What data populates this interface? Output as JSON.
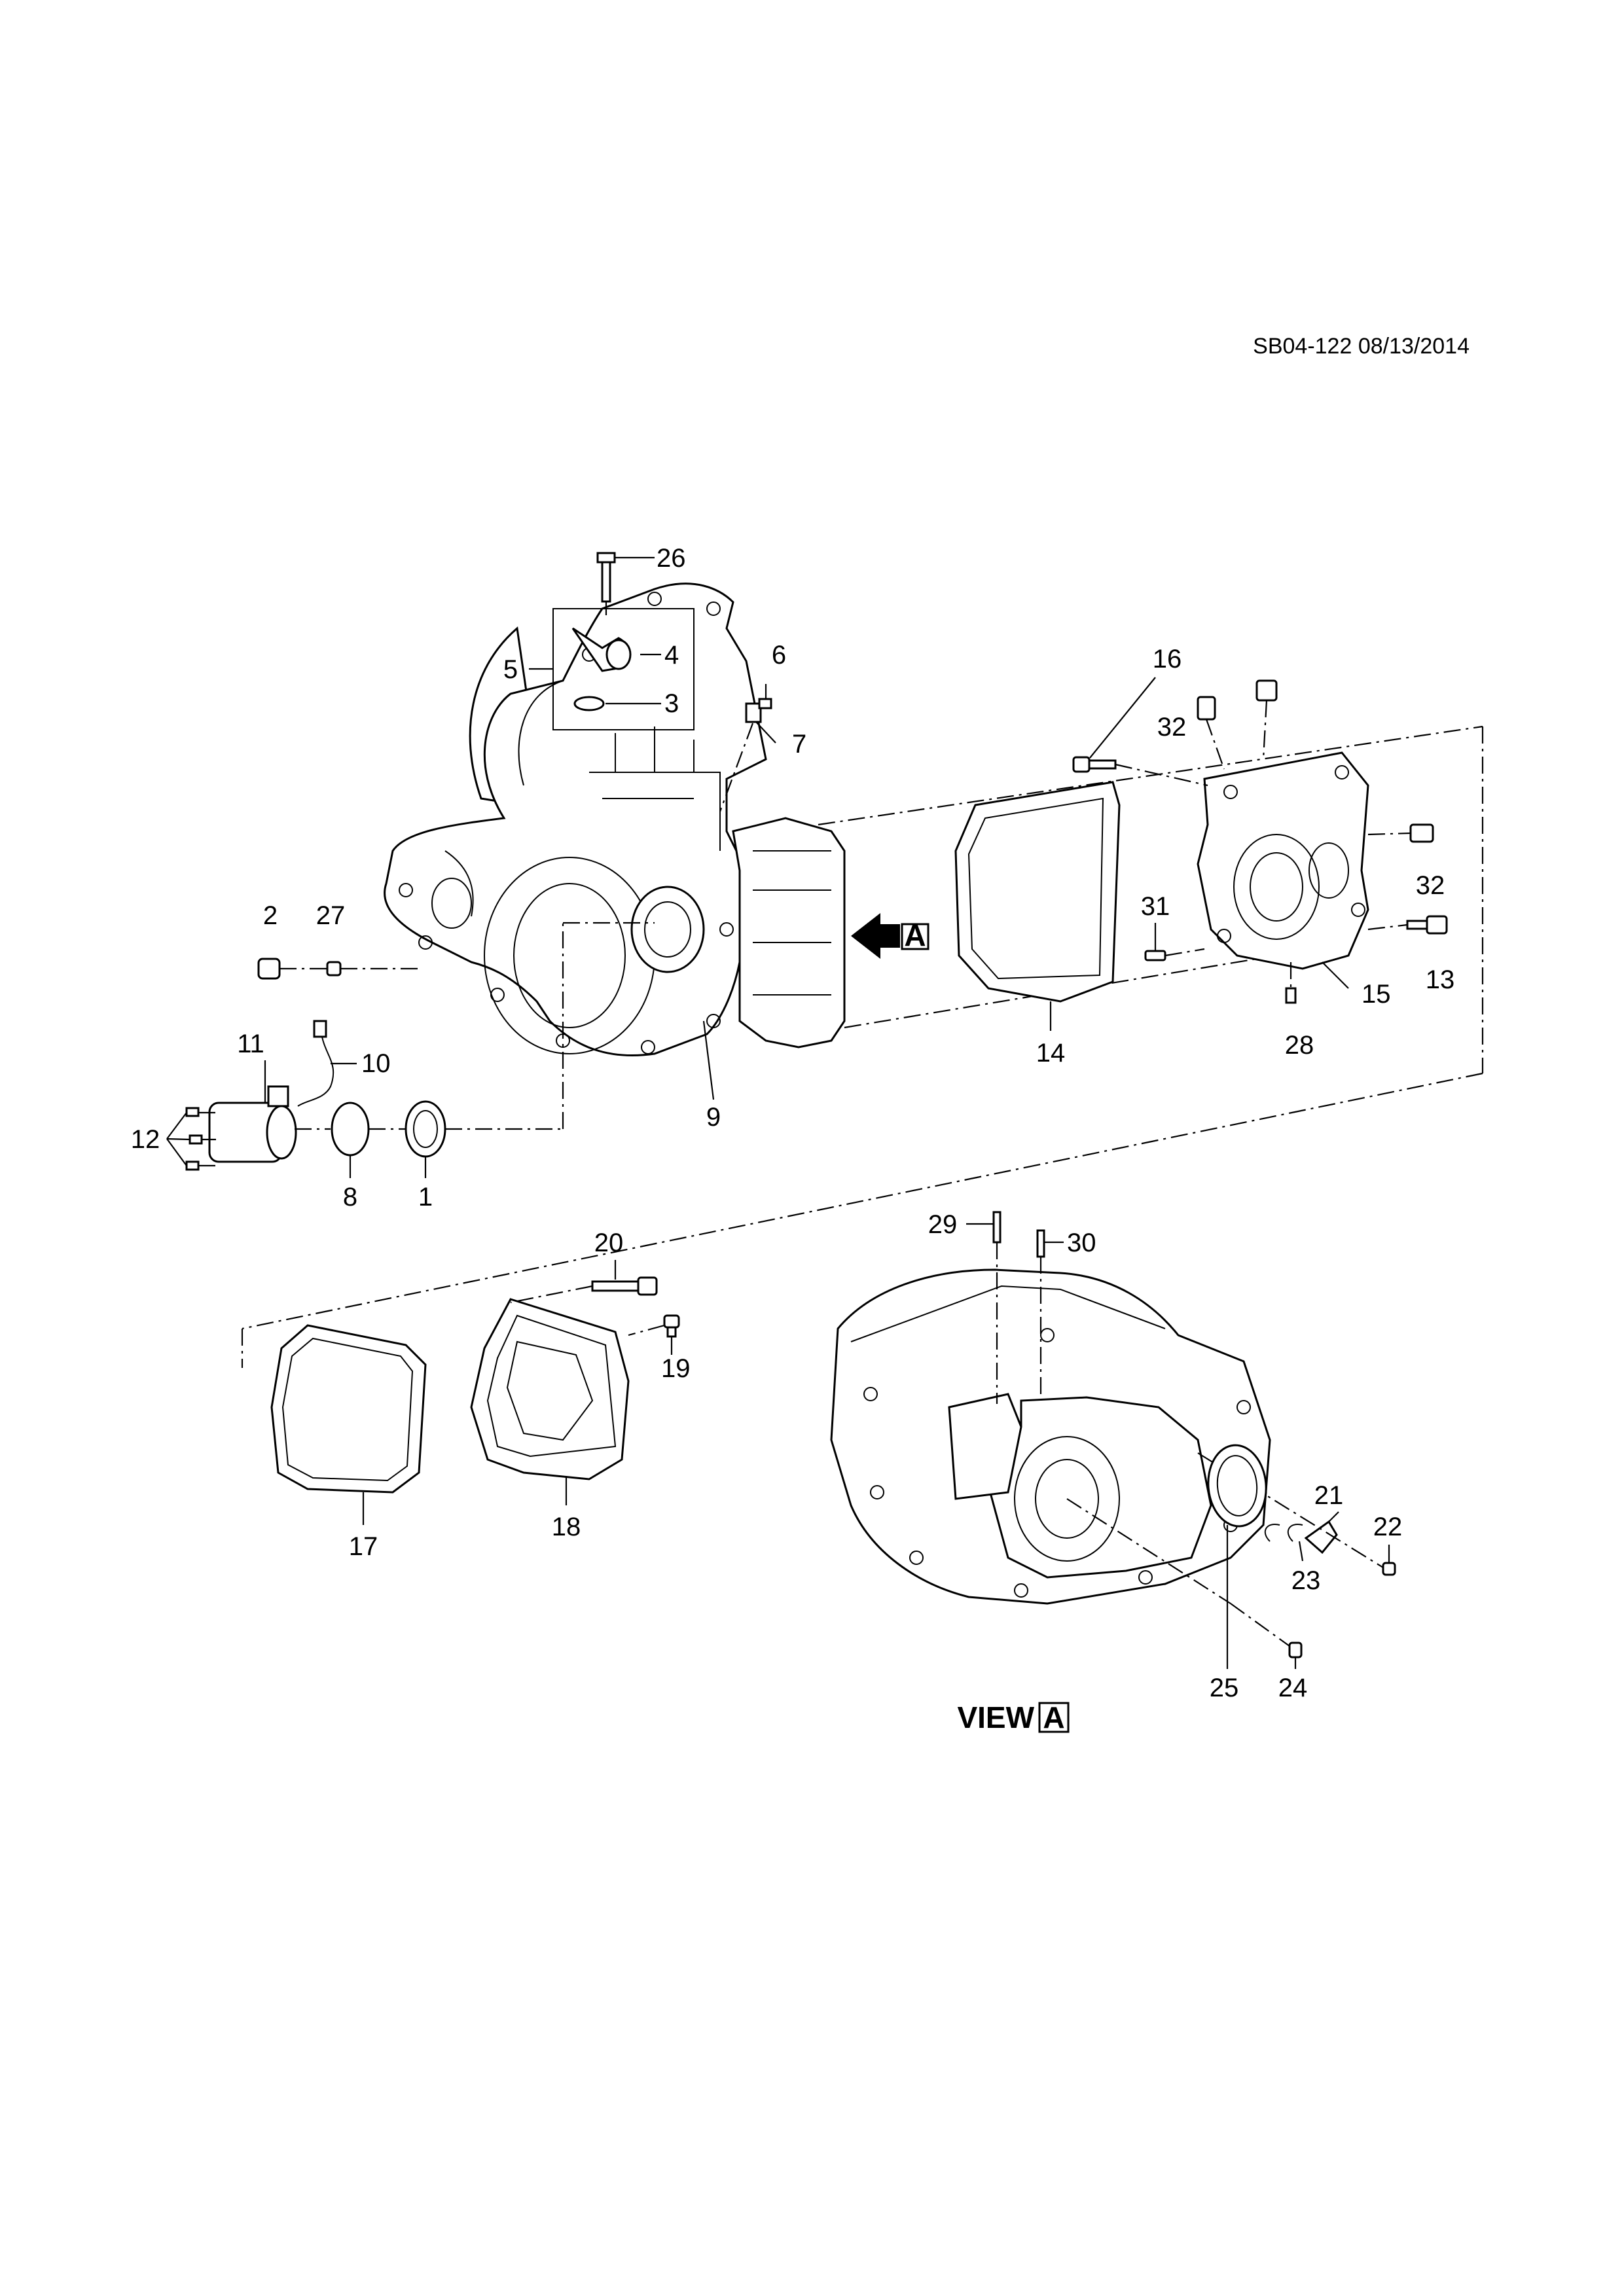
{
  "reference": "SB04-122 08/13/2014",
  "view_label": "VIEW",
  "view_letter": "A",
  "arrow_letter": "A",
  "callouts": {
    "c1": "1",
    "c2": "2",
    "c3": "3",
    "c4": "4",
    "c5": "5",
    "c6": "6",
    "c7": "7",
    "c8": "8",
    "c9": "9",
    "c10": "10",
    "c11": "11",
    "c12": "12",
    "c13": "13",
    "c14": "14",
    "c15": "15",
    "c16": "16",
    "c17": "17",
    "c18": "18",
    "c19": "19",
    "c20": "20",
    "c21": "21",
    "c22": "22",
    "c23": "23",
    "c24": "24",
    "c25": "25",
    "c26": "26",
    "c27": "27",
    "c28": "28",
    "c29": "29",
    "c30": "30",
    "c31": "31",
    "c32a": "32",
    "c32b": "32"
  }
}
